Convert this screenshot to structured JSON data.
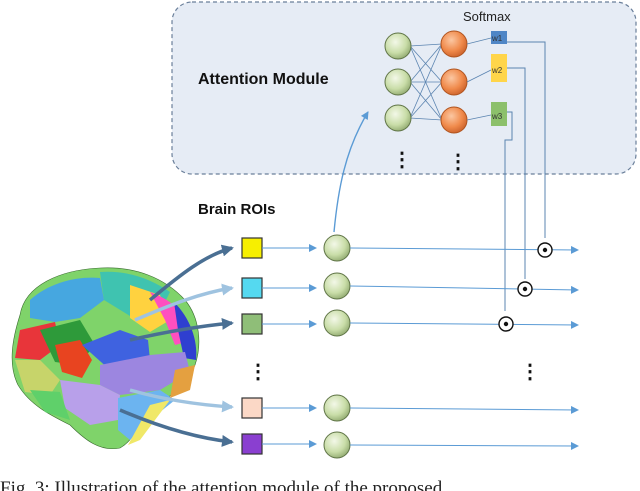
{
  "attention_title": "Attention Module",
  "softmax_label": "Softmax",
  "brain_rois_label": "Brain ROIs",
  "weights": [
    "w1",
    "w2",
    "w3"
  ],
  "ellipsis": "⋮",
  "caption": "Fig. 3: Illustration of the attention module of the proposed",
  "colors": {
    "module_bg": "#e6ecf5",
    "module_border": "#6a7f9a",
    "node_green": "#c6dca4",
    "node_orange": "#f08a4b",
    "arrow_blue": "#5b9bd5",
    "arrow_dark": "#4a6f93",
    "roi": [
      "#f7ef00",
      "#55d9f0",
      "#8fbe78",
      "#fbd8c6",
      "#8a3fd0"
    ],
    "weight_boxes": [
      "#4f86c6",
      "#ffd54a",
      "#8cc06b"
    ]
  }
}
